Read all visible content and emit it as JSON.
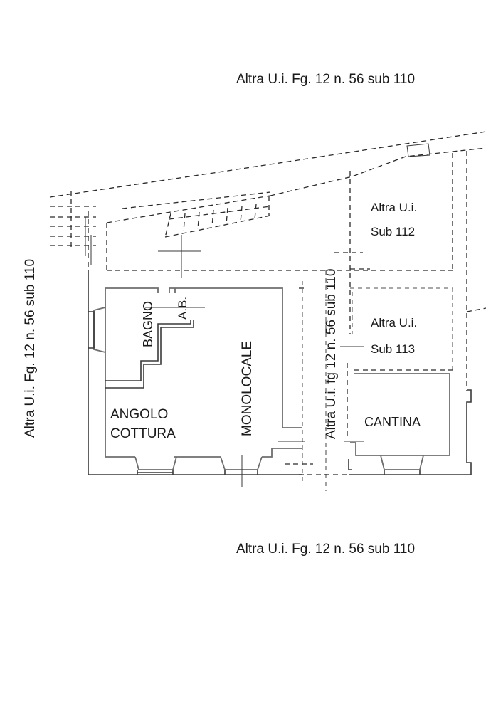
{
  "labels": {
    "top_neighbor": "Altra U.i. Fg. 12 n. 56 sub 110",
    "bottom_neighbor": "Altra U.i. Fg. 12 n. 56 sub 110",
    "left_neighbor": "Altra U.i. Fg. 12 n. 56 sub 110",
    "middle_neighbor": "Altra U.i. fg 12 n. 56 sub 110"
  },
  "rooms": {
    "bagno": "BAGNO",
    "ab": "A.B.",
    "monolocale": "MONOLOCALE",
    "angolo_line1": "ANGOLO",
    "angolo_line2": "COTTURA",
    "cantina": "CANTINA"
  },
  "units": {
    "sub112_line1": "Altra U.i.",
    "sub112_line2": "Sub 112",
    "sub113_line1": "Altra U.i.",
    "sub113_line2": "Sub 113"
  },
  "colors": {
    "ink": "#1a1a1a",
    "wall": "#3a3a3a",
    "wall_grey": "#6e6e6e"
  }
}
